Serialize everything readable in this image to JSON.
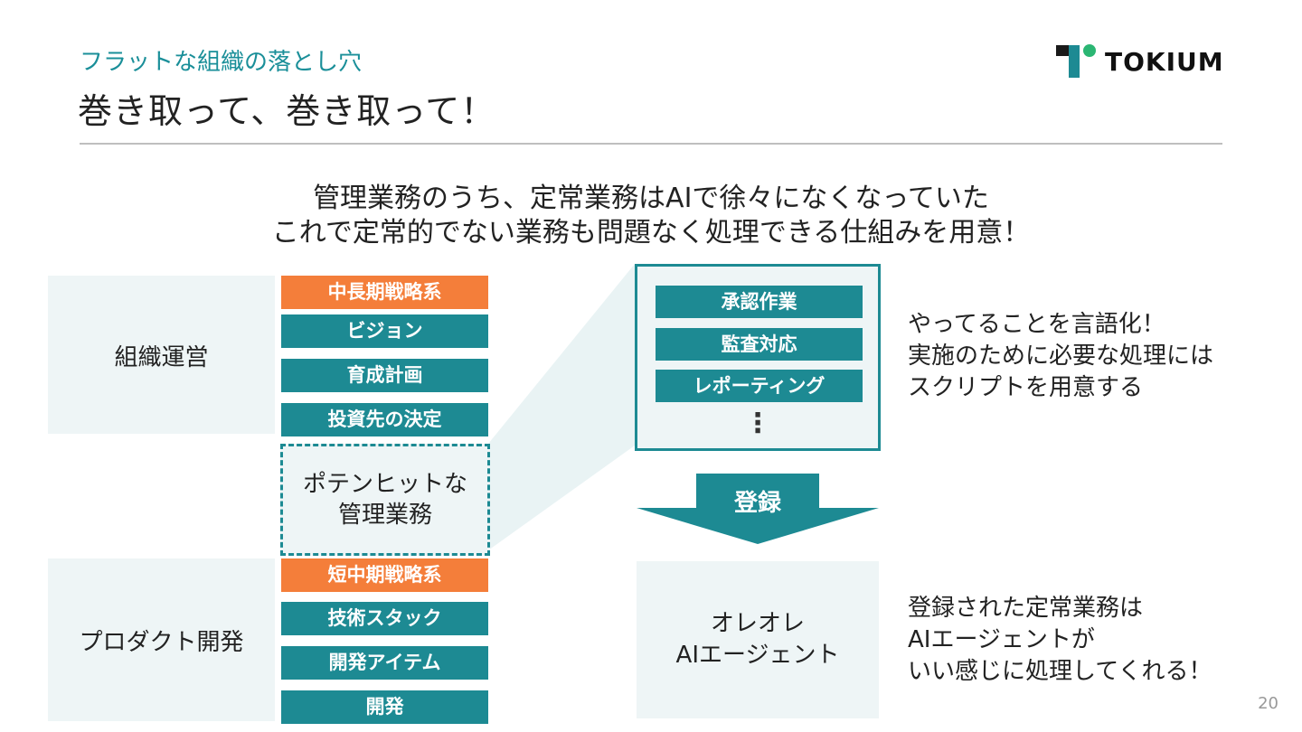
{
  "header": {
    "subtitle": "フラットな組織の落とし穴",
    "title": "巻き取って、巻き取って！",
    "logo_text": "TOKIUM"
  },
  "headline": {
    "line1": "管理業務のうち、定常業務はAIで徐々になくなっていた",
    "line2": "これで定常的でない業務も問題なく処理できる仕組みを用意！"
  },
  "left": {
    "org": {
      "label": "組織運営",
      "tags": [
        "中長期戦略系",
        "ビジョン",
        "育成計画",
        "投資先の決定"
      ]
    },
    "potential": {
      "line1": "ポテンヒットな",
      "line2": "管理業務"
    },
    "product": {
      "label": "プロダクト開発",
      "tags": [
        "短中期戦略系",
        "技術スタック",
        "開発アイテム",
        "開発"
      ]
    }
  },
  "detail": {
    "items": [
      "承認作業",
      "監査対応",
      "レポーティング"
    ],
    "ellipsis": "⋮"
  },
  "arrow": {
    "label": "登録"
  },
  "agent": {
    "line1": "オレオレ",
    "line2": "AIエージェント"
  },
  "notes": {
    "top": [
      "やってることを言語化！",
      "実施のために必要な処理には",
      "スクリプトを用意する"
    ],
    "bottom": [
      "登録された定常業務は",
      "AIエージェントが",
      "いい感じに処理してくれる！"
    ]
  },
  "page_number": "20",
  "colors": {
    "teal": "#1d8a93",
    "orange": "#f47e3a",
    "light_bg": "#eef5f6",
    "subtitle": "#1a8f99"
  }
}
